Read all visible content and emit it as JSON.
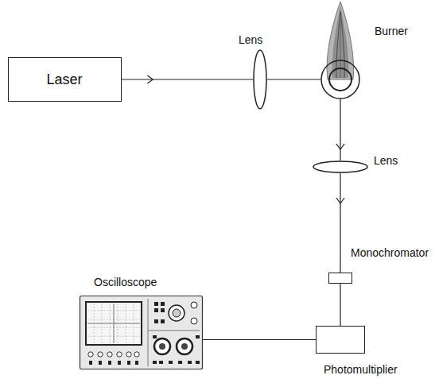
{
  "diagram": {
    "nodes": [
      {
        "text": [
          "Laser"
        ]
      },
      {
        "text": [
          "Lens"
        ]
      },
      {
        "text": [
          "Burner"
        ]
      },
      {
        "text": [
          "Lens"
        ]
      },
      {
        "text": [
          "Monochromator"
        ]
      },
      {
        "text": [
          "Oscilloscope"
        ]
      },
      {
        "text": [
          "Photomultiplier"
        ]
      }
    ],
    "edges": [
      {
        "from": 0,
        "to": 1,
        "arrow": "to"
      },
      {
        "from": 1,
        "to": 2,
        "arrow": "none"
      },
      {
        "from": 2,
        "to": 3,
        "arrow": "to"
      },
      {
        "from": 3,
        "to": 4,
        "arrow": "to"
      },
      {
        "from": 4,
        "to": 6,
        "arrow": "none"
      },
      {
        "from": 5,
        "to": 6,
        "arrow": "none"
      }
    ]
  }
}
